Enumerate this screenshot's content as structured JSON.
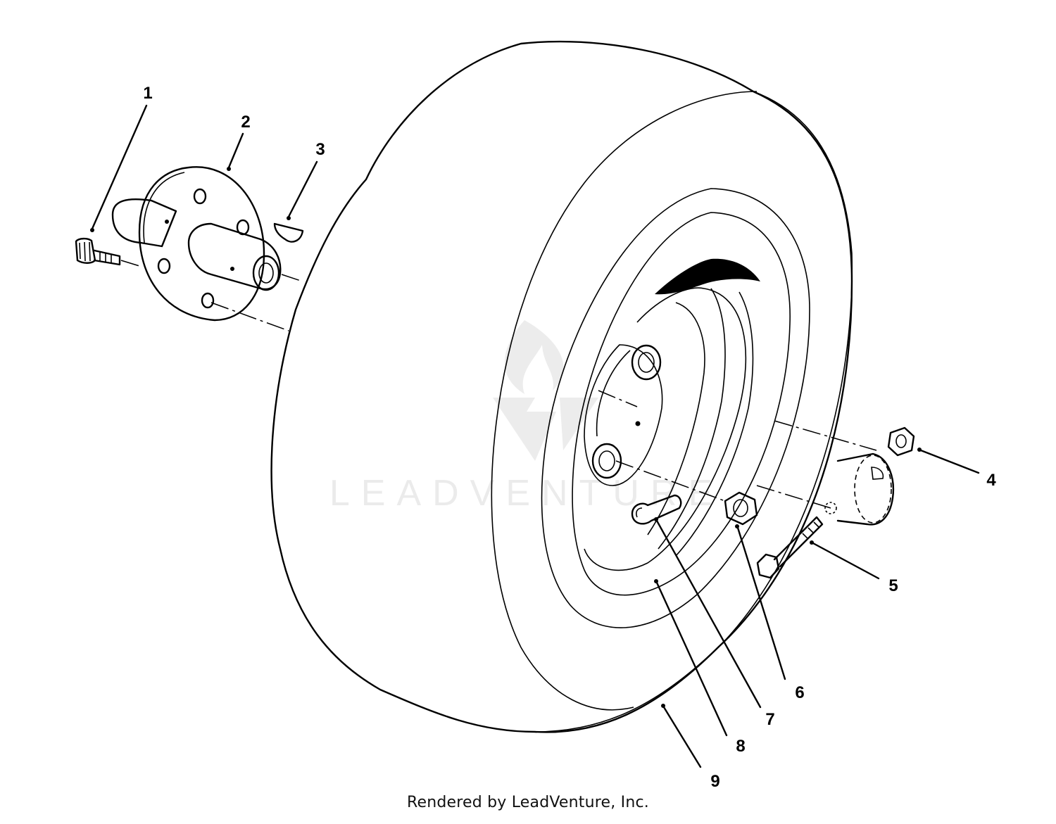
{
  "diagram": {
    "callouts": [
      {
        "id": "1",
        "label": "1"
      },
      {
        "id": "2",
        "label": "2"
      },
      {
        "id": "3",
        "label": "3"
      },
      {
        "id": "4",
        "label": "4"
      },
      {
        "id": "5",
        "label": "5"
      },
      {
        "id": "6",
        "label": "6"
      },
      {
        "id": "7",
        "label": "7"
      },
      {
        "id": "8",
        "label": "8"
      },
      {
        "id": "9",
        "label": "9"
      }
    ],
    "watermark_text": "LEADVENTURE",
    "footer": "Rendered by LeadVenture, Inc."
  }
}
